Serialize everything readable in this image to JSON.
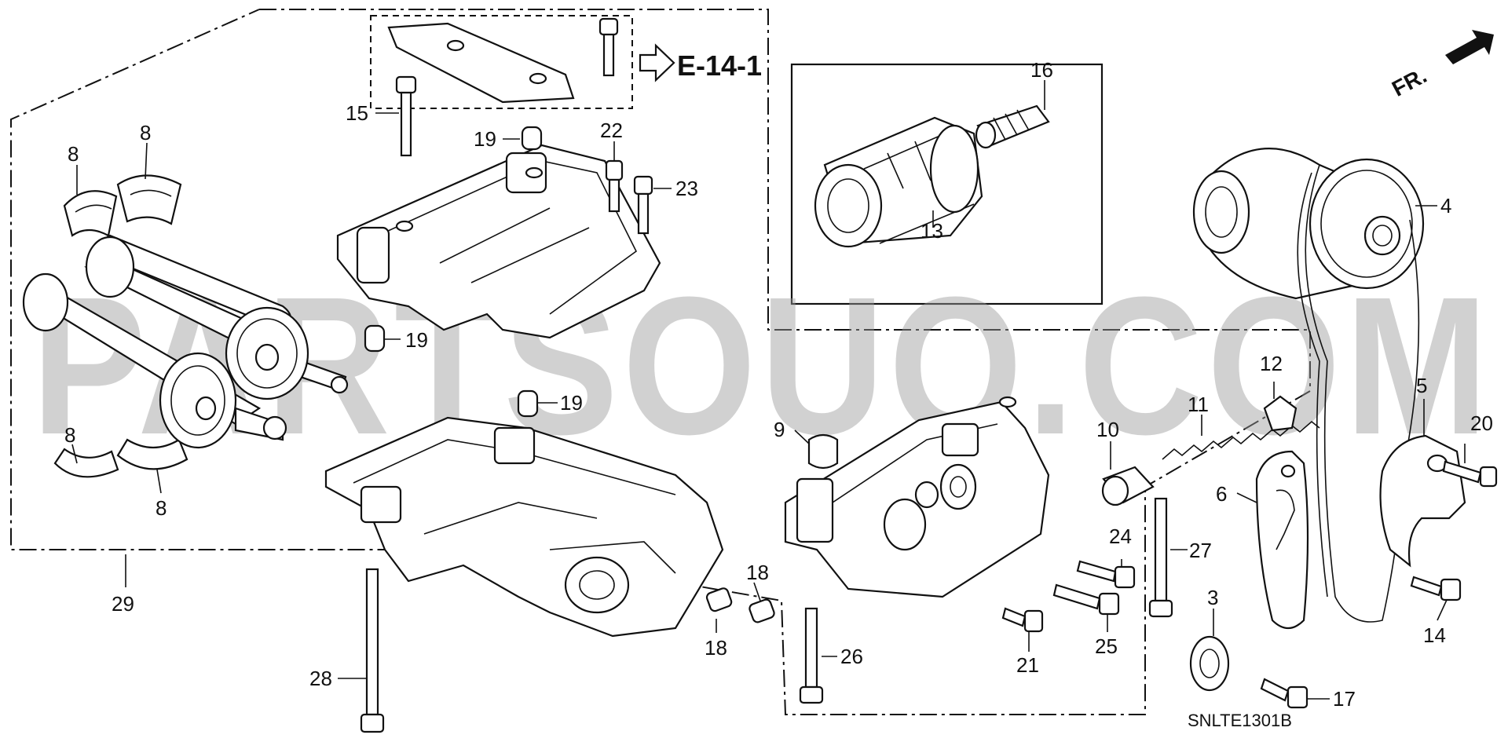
{
  "callouts": [
    {
      "id": "c1",
      "text": "8"
    },
    {
      "id": "c2",
      "text": "8"
    },
    {
      "id": "c3",
      "text": "15"
    },
    {
      "id": "c4",
      "text": "19"
    },
    {
      "id": "c5",
      "text": "22"
    },
    {
      "id": "c6",
      "text": "23"
    },
    {
      "id": "c7",
      "text": "19"
    },
    {
      "id": "c8",
      "text": "19"
    },
    {
      "id": "c9",
      "text": "8"
    },
    {
      "id": "c10",
      "text": "8"
    },
    {
      "id": "c11",
      "text": "29"
    },
    {
      "id": "c12",
      "text": "28"
    },
    {
      "id": "c13",
      "text": "16"
    },
    {
      "id": "c14",
      "text": "13"
    },
    {
      "id": "c15",
      "text": "4"
    },
    {
      "id": "c16",
      "text": "12"
    },
    {
      "id": "c17",
      "text": "11"
    },
    {
      "id": "c18",
      "text": "10"
    },
    {
      "id": "c19",
      "text": "9"
    },
    {
      "id": "c20",
      "text": "5"
    },
    {
      "id": "c21",
      "text": "20"
    },
    {
      "id": "c22",
      "text": "6"
    },
    {
      "id": "c23",
      "text": "24"
    },
    {
      "id": "c24",
      "text": "27"
    },
    {
      "id": "c25",
      "text": "18"
    },
    {
      "id": "c26",
      "text": "18"
    },
    {
      "id": "c27",
      "text": "26"
    },
    {
      "id": "c28",
      "text": "21"
    },
    {
      "id": "c29",
      "text": "25"
    },
    {
      "id": "c30",
      "text": "3"
    },
    {
      "id": "c31",
      "text": "14"
    },
    {
      "id": "c32",
      "text": "17"
    }
  ],
  "reference_label": "E-14-1",
  "direction_label": "FR.",
  "diagram_code": "SNLTE1301B",
  "watermark": "PARTSOUQ.COM"
}
